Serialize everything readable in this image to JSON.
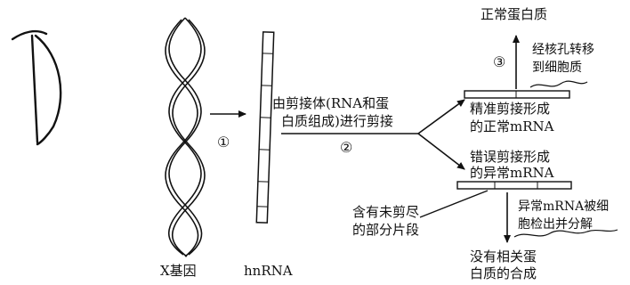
{
  "handwritten_letter": "D",
  "labels": {
    "x_gene": "X基因",
    "hnrna": "hnRNA",
    "spliceosome_line1": "由剪接体(RNA和蛋",
    "spliceosome_line2": "白质组成)进行剪接",
    "normal_protein": "正常蛋白质",
    "nuclear_pore_line1": "经核孔转移",
    "nuclear_pore_line2": "到细胞质",
    "correct_splice_line1": "精准剪接形成",
    "correct_splice_line2": "的正常mRNA",
    "wrong_splice_line1": "错误剪接形成",
    "wrong_splice_line2": "的异常mRNA",
    "uncut_line1": "含有未剪尽",
    "uncut_line2": "的部分片段",
    "abnormal_line1": "异常mRNA被细",
    "abnormal_line2": "胞检出并分解",
    "no_protein_line1": "没有相关蛋",
    "no_protein_line2": "白质的合成"
  },
  "steps": {
    "step1": "①",
    "step2": "②",
    "step3": "③"
  }
}
